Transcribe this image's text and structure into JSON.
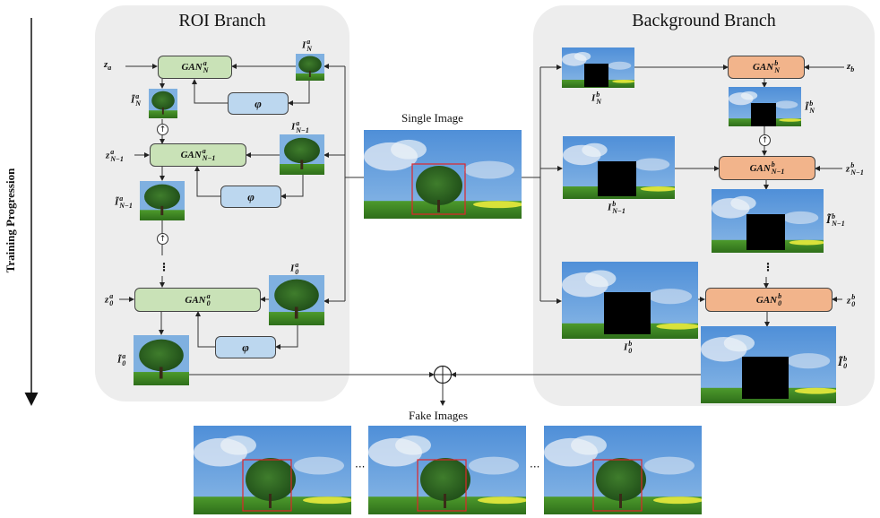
{
  "side_label": "Training Progression",
  "roi_branch": {
    "title": "ROI Branch",
    "color": "#c9e2b7",
    "stages": [
      {
        "gan": {
          "base": "GAN",
          "sup": "a",
          "sub": "N"
        },
        "noise": {
          "base": "z",
          "sub": "a",
          "sup": ""
        },
        "input": {
          "base": "I",
          "sup": "a",
          "sub": "N"
        },
        "output": {
          "base": "Ĩ",
          "sup": "a",
          "sub": "N"
        },
        "phi": "φ"
      },
      {
        "gan": {
          "base": "GAN",
          "sup": "a",
          "sub": "N−1"
        },
        "noise": {
          "base": "z",
          "sup": "a",
          "sub": "N−1"
        },
        "input": {
          "base": "I",
          "sup": "a",
          "sub": "N−1"
        },
        "output": {
          "base": "Ĩ",
          "sup": "a",
          "sub": "N−1"
        },
        "phi": "φ"
      },
      {
        "gan": {
          "base": "GAN",
          "sup": "a",
          "sub": "0"
        },
        "noise": {
          "base": "z",
          "sup": "a",
          "sub": "0"
        },
        "input": {
          "base": "I",
          "sup": "a",
          "sub": "0"
        },
        "output": {
          "base": "Ĩ",
          "sup": "a",
          "sub": "0"
        },
        "phi": "φ"
      }
    ]
  },
  "background_branch": {
    "title": "Background Branch",
    "color": "#f2b48b",
    "stages": [
      {
        "gan": {
          "base": "GAN",
          "sup": "b",
          "sub": "N"
        },
        "noise": {
          "base": "z",
          "sub": "b",
          "sup": ""
        },
        "input": {
          "base": "I",
          "sup": "b",
          "sub": "N"
        },
        "output": {
          "base": "Ĩ",
          "sup": "b",
          "sub": "N"
        }
      },
      {
        "gan": {
          "base": "GAN",
          "sup": "b",
          "sub": "N−1"
        },
        "noise": {
          "base": "z",
          "sup": "b",
          "sub": "N−1"
        },
        "input": {
          "base": "I",
          "sup": "b",
          "sub": "N−1"
        },
        "output": {
          "base": "Ĩ",
          "sup": "b",
          "sub": "N−1"
        }
      },
      {
        "gan": {
          "base": "GAN",
          "sup": "b",
          "sub": "0"
        },
        "noise": {
          "base": "z",
          "sup": "b",
          "sub": "0"
        },
        "input": {
          "base": "I",
          "sup": "b",
          "sub": "0"
        },
        "output": {
          "base": "Ĩ",
          "sup": "b",
          "sub": "0"
        }
      }
    ]
  },
  "upsample_symbol": "↑",
  "vertical_ellipsis": "⋮",
  "center": {
    "label": "Single Image"
  },
  "combine_symbol": "⊕",
  "fake_images": {
    "label": "Fake Images",
    "count_shown": 3,
    "separator": "···"
  },
  "colors": {
    "roi_gan": "#c9e2b7",
    "bg_gan": "#f2b48b",
    "phi": "#bcd7ef",
    "panel": "#ededed",
    "roi_box": "#e0262a",
    "mask": "#000000"
  }
}
